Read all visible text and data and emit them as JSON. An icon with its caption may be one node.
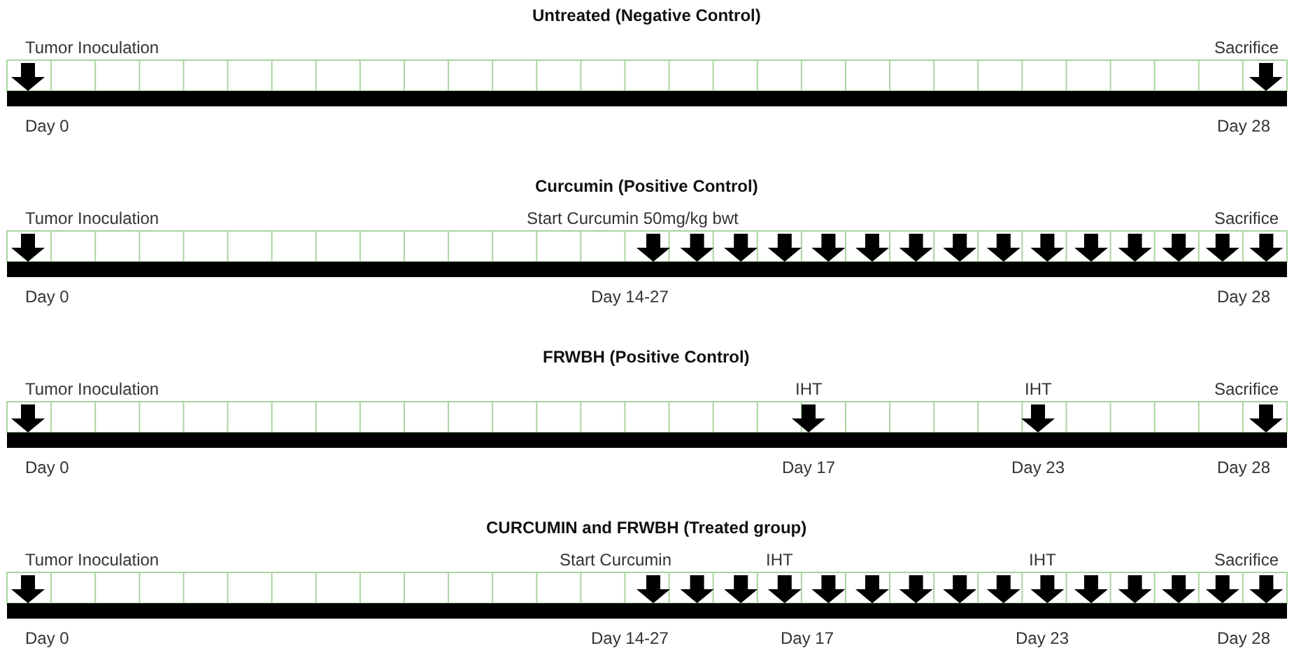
{
  "diagram": {
    "labels": [
      "Untreated (Negative Control)",
      "Tumor Inoculation",
      "Sacrifice",
      "Day 0",
      "Day 28",
      "Curcumin (Positive Control)",
      "Tumor Inoculation",
      "Start Curcumin 50mg/kg bwt",
      "Sacrifice",
      "Day 0",
      "Day 14-27",
      "Day 28",
      "FRWBH (Positive Control)",
      "Tumor Inoculation",
      "IHT",
      "IHT",
      "Sacrifice",
      "Day 0",
      "Day 17",
      "Day 23",
      "Day 28",
      "CURCUMIN and FRWBH (Treated group)",
      "Tumor Inoculation",
      "Start Curcumin",
      "IHT",
      "IHT",
      "Sacrifice",
      "Day 0",
      "Day 14-27",
      "Day 17",
      "Day 23",
      "Day 28"
    ]
  }
}
